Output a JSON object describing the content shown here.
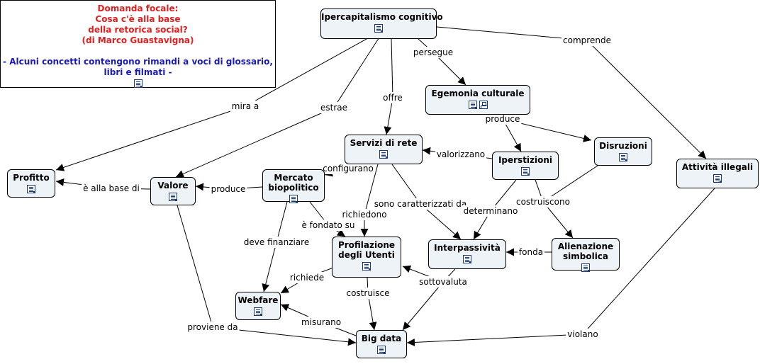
{
  "focus": {
    "question": "Domanda focale:\nCosa c'è alla base\ndella retorica social?\n(di Marco Guastavigna)",
    "note": "- Alcuni concetti contengono rimandi a voci di glossario,\nlibri e filmati -",
    "icon": "doc-icon"
  },
  "nodes": {
    "iper": {
      "label": "Ipercapitalismo cognitivo",
      "icons": [
        "doc-icon"
      ]
    },
    "egem": {
      "label": "Egemonia culturale",
      "icons": [
        "doc-icon",
        "map-icon"
      ]
    },
    "serv": {
      "label": "Servizi di rete",
      "icons": [
        "doc-icon"
      ]
    },
    "disr": {
      "label": "Disruzioni",
      "icons": [
        "doc-icon"
      ]
    },
    "ipst": {
      "label": "Iperstizioni",
      "icons": [
        "doc-icon"
      ]
    },
    "atti": {
      "label": "Attività illegali",
      "icons": [
        "doc-icon"
      ]
    },
    "prof": {
      "label": "Profitto",
      "icons": [
        "doc-icon"
      ]
    },
    "valo": {
      "label": "Valore",
      "icons": [
        "doc-icon"
      ]
    },
    "merc": {
      "label": "Mercato\nbiopolitico",
      "icons": [
        "doc-icon"
      ]
    },
    "pute": {
      "label": "Profilazione\ndegli Utenti",
      "icons": [
        "doc-icon"
      ]
    },
    "intp": {
      "label": "Interpassività",
      "icons": [
        "doc-icon"
      ]
    },
    "alie": {
      "label": "Alienazione\nsimbolica",
      "icons": [
        "doc-icon"
      ]
    },
    "webf": {
      "label": "Webfare",
      "icons": [
        "doc-icon"
      ]
    },
    "bigd": {
      "label": "Big data",
      "icons": [
        "doc-icon"
      ]
    }
  },
  "links": {
    "mira_a": "mira a",
    "estrae": "estrae",
    "offre": "offre",
    "persegue": "persegue",
    "comprende": "comprende",
    "produce_egem": "produce",
    "valorizzano": "valorizzano",
    "configurano": "configurano",
    "alla_base": "è alla base di",
    "produce_merc": "produce",
    "sono_caratt": "sono caratterizzati da",
    "richiedono": "richiedono",
    "determinano": "determinano",
    "costruiscono": "costruiscono",
    "fondato_su": "è fondato su",
    "deve_fin": "deve finanziare",
    "fonda": "fonda",
    "richiede": "richiede",
    "costruisce": "costruisce",
    "sottovaluta": "sottovaluta",
    "proviene_da": "proviene da",
    "misurano": "misurano",
    "violano": "violano"
  }
}
